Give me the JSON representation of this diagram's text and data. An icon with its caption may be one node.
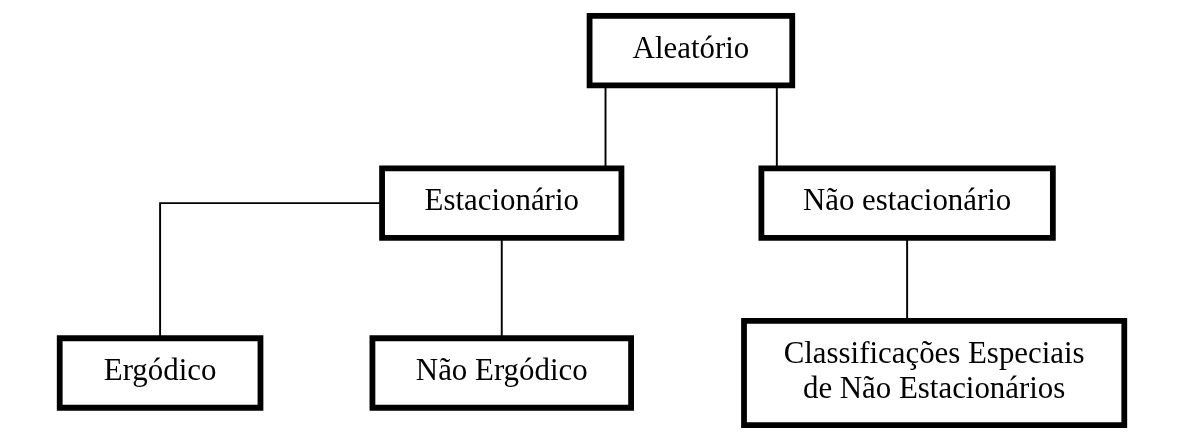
{
  "diagram": {
    "nodes": [
      {
        "text": [
          "Aleatório"
        ]
      },
      {
        "text": [
          "Estacionário"
        ]
      },
      {
        "text": [
          "Não estacionário"
        ]
      },
      {
        "text": [
          "Ergódico"
        ]
      },
      {
        "text": [
          "Não Ergódico"
        ]
      },
      {
        "text": [
          "Classificações Especiais de Não Estacionários"
        ]
      }
    ],
    "edges": [
      {
        "from": 0,
        "to": 1,
        "arrow": "none"
      },
      {
        "from": 0,
        "to": 2,
        "arrow": "none"
      },
      {
        "from": 1,
        "to": 3,
        "arrow": "none"
      },
      {
        "from": 1,
        "to": 4,
        "arrow": "none"
      },
      {
        "from": 2,
        "to": 5,
        "arrow": "none"
      }
    ]
  }
}
